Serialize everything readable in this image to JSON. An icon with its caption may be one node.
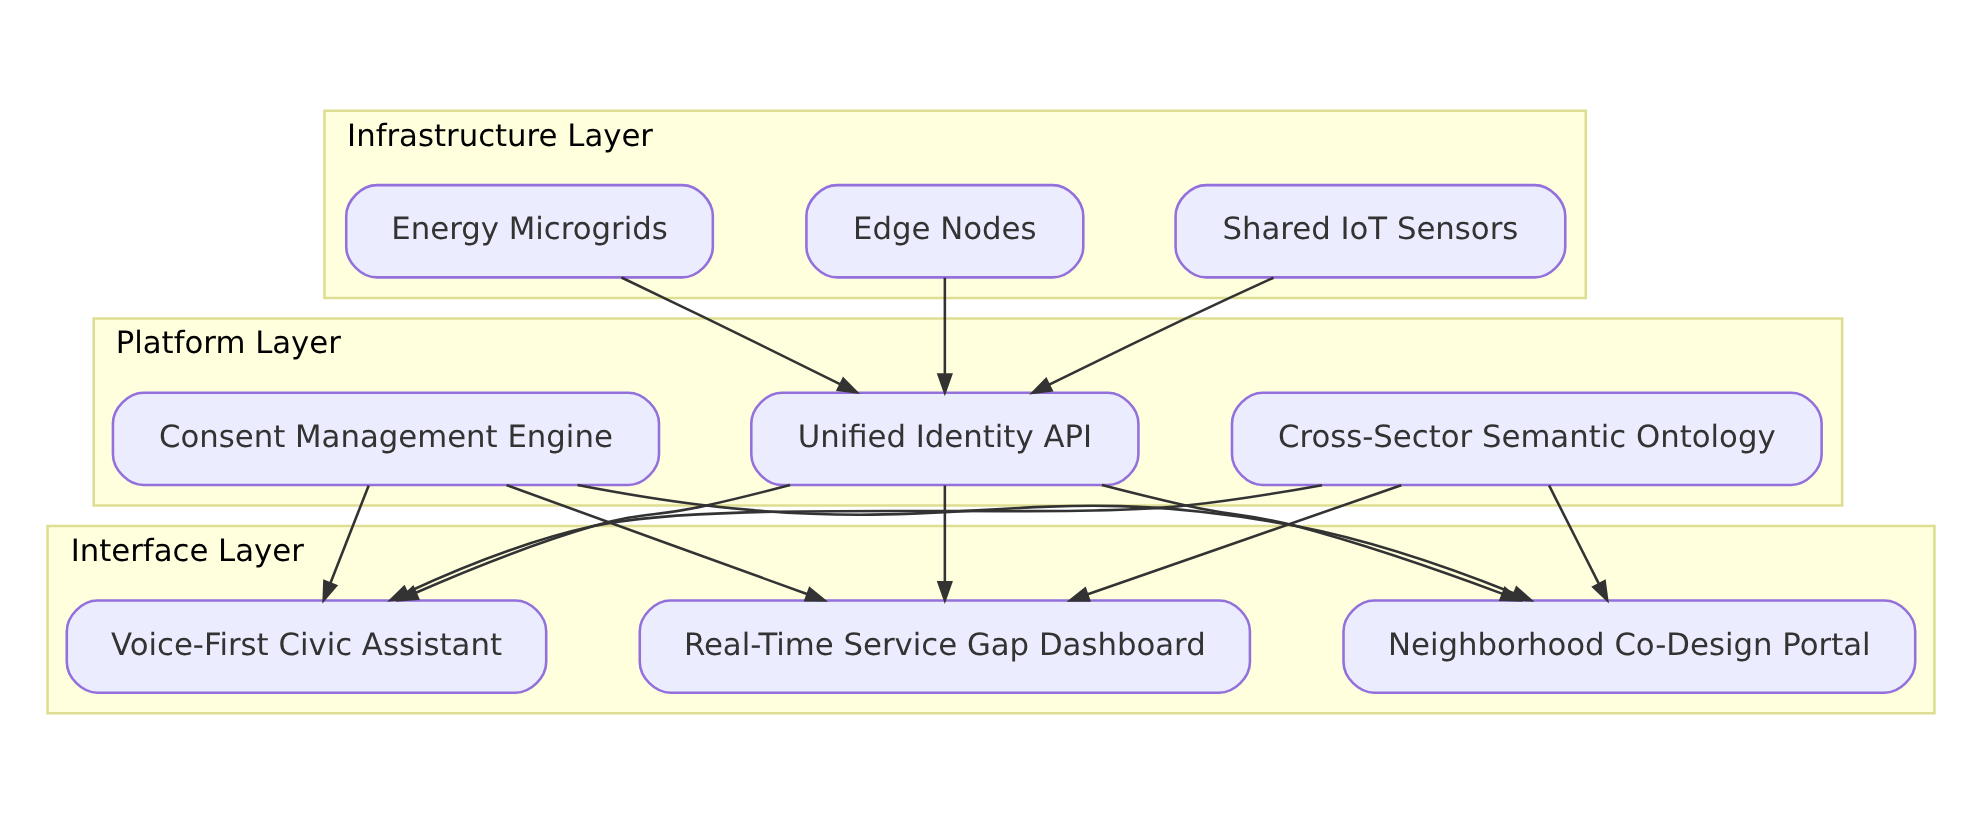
{
  "diagram": {
    "nodes": [
      {
        "text": [
          "Infrastructure Layer"
        ]
      },
      {
        "text": [
          "Shared IoT Sensors"
        ],
        "in": 0
      },
      {
        "text": [
          "Edge Nodes"
        ],
        "in": 0
      },
      {
        "text": [
          "Energy Microgrids"
        ],
        "in": 0
      },
      {
        "text": [
          "Platform Layer"
        ]
      },
      {
        "text": [
          "Unified Identity API"
        ],
        "in": 4
      },
      {
        "text": [
          "Consent Management Engine"
        ],
        "in": 4
      },
      {
        "text": [
          "Cross-Sector Semantic Ontology"
        ],
        "in": 4
      },
      {
        "text": [
          "Interface Layer"
        ]
      },
      {
        "text": [
          "Voice-First Civic Assistant"
        ],
        "in": 8
      },
      {
        "text": [
          "Neighborhood Co-Design Portal"
        ],
        "in": 8
      },
      {
        "text": [
          "Real-Time Service Gap Dashboard"
        ],
        "in": 8
      }
    ],
    "edges": [
      {
        "from": 1,
        "to": 5,
        "arrow": "to"
      },
      {
        "from": 2,
        "to": 5,
        "arrow": "to"
      },
      {
        "from": 3,
        "to": 5,
        "arrow": "to"
      },
      {
        "from": 5,
        "to": 9,
        "arrow": "to"
      },
      {
        "from": 5,
        "to": 10,
        "arrow": "to"
      },
      {
        "from": 5,
        "to": 11,
        "arrow": "to"
      },
      {
        "from": 6,
        "to": 9,
        "arrow": "to"
      },
      {
        "from": 6,
        "to": 10,
        "arrow": "to"
      },
      {
        "from": 6,
        "to": 11,
        "arrow": "to"
      },
      {
        "from": 7,
        "to": 9,
        "arrow": "to"
      },
      {
        "from": 7,
        "to": 10,
        "arrow": "to"
      },
      {
        "from": 7,
        "to": 11,
        "arrow": "to"
      }
    ]
  }
}
